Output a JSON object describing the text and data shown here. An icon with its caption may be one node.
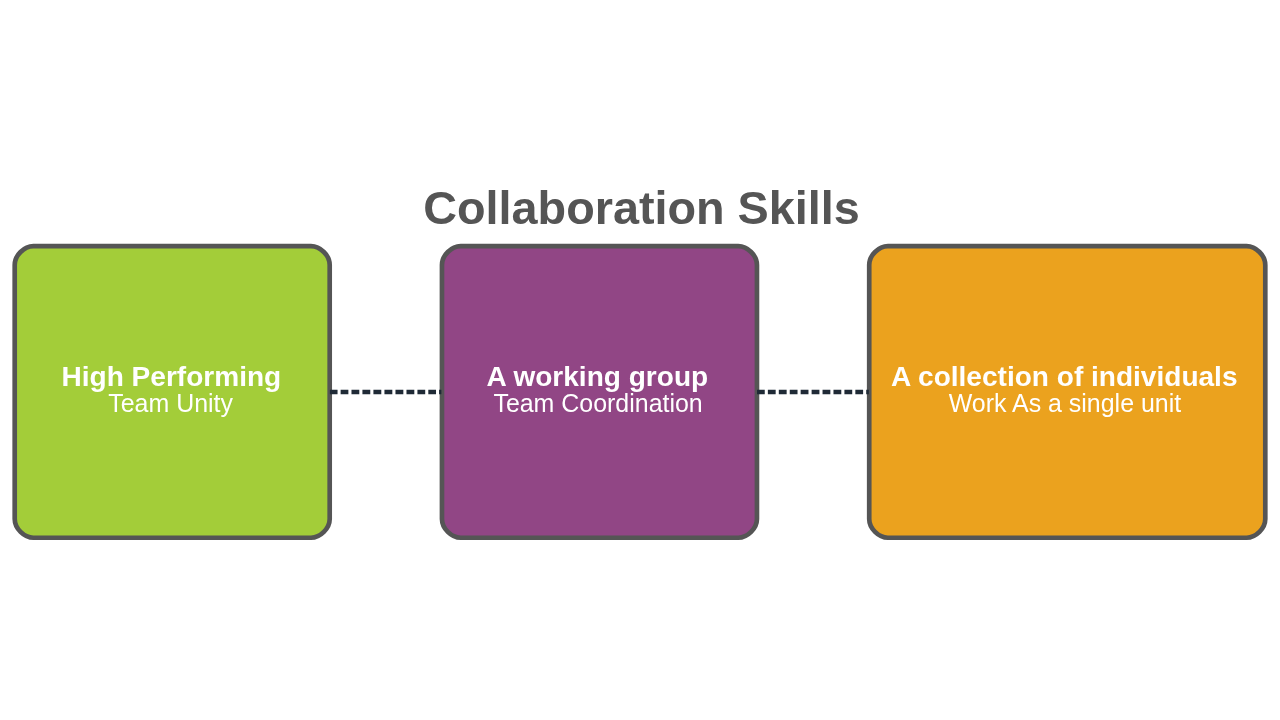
{
  "diagram": {
    "title": "Collaboration Skills",
    "nodes": [
      {
        "text": [
          "High Performing",
          "Team Unity"
        ]
      },
      {
        "text": [
          "A working group",
          "Team Coordination"
        ]
      },
      {
        "text": [
          "A collection of individuals",
          "Work As a single unit"
        ]
      }
    ],
    "edges": [
      {
        "from": 0,
        "to": 1,
        "arrow": "none",
        "style": "dashed"
      },
      {
        "from": 1,
        "to": 2,
        "arrow": "none",
        "style": "dashed"
      }
    ]
  }
}
